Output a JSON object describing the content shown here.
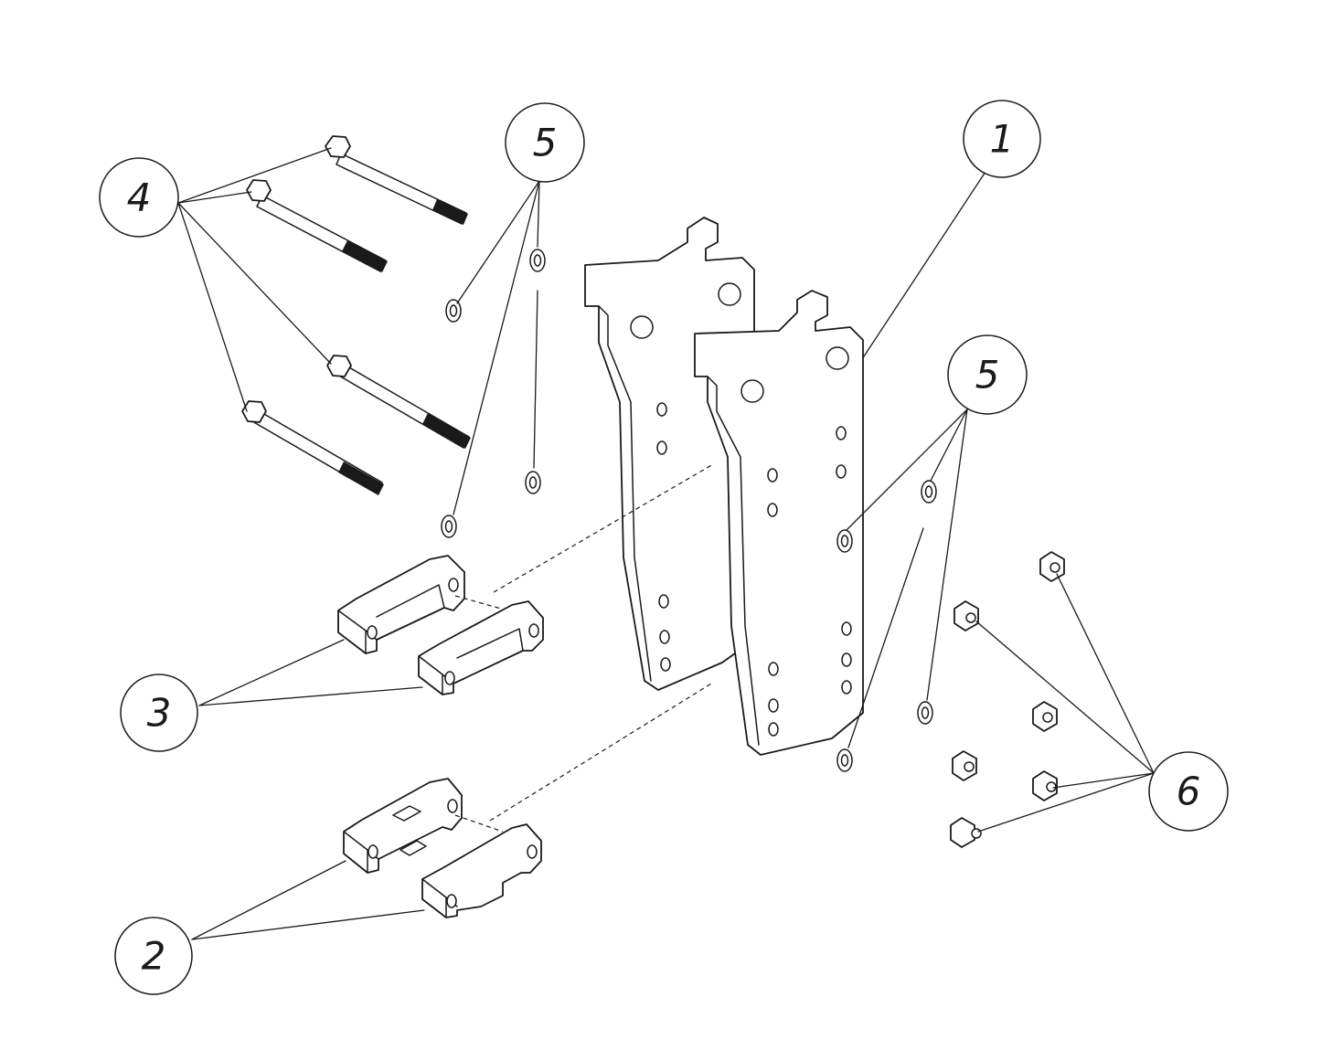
{
  "diagram": {
    "callouts": [
      {
        "id": "callout-1",
        "label": "1"
      },
      {
        "id": "callout-2",
        "label": "2"
      },
      {
        "id": "callout-3",
        "label": "3"
      },
      {
        "id": "callout-4",
        "label": "4"
      },
      {
        "id": "callout-5a",
        "label": "5"
      },
      {
        "id": "callout-5b",
        "label": "5"
      },
      {
        "id": "callout-6",
        "label": "6"
      }
    ],
    "parts": {
      "1": "mounting-plate",
      "2": "spacer-block-lower",
      "3": "spacer-block-upper",
      "4": "hex-bolt",
      "5": "flat-washer",
      "6": "hex-lock-nut"
    }
  }
}
